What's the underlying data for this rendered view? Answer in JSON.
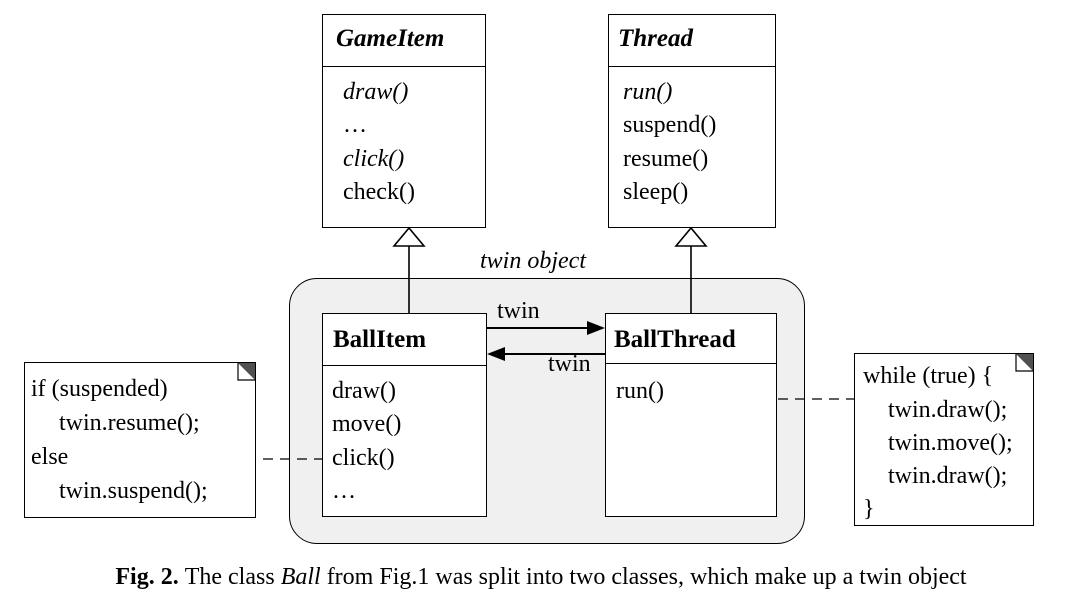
{
  "group_label": "twin object",
  "classes": {
    "gameitem": {
      "name": "GameItem",
      "methods": [
        "draw()",
        "…",
        "click()",
        "check()"
      ]
    },
    "thread": {
      "name": "Thread",
      "methods": [
        "run()",
        "suspend()",
        "resume()",
        "sleep()"
      ]
    },
    "ballitem": {
      "name": "BallItem",
      "methods": [
        "draw()",
        "move()",
        "click()",
        "…"
      ]
    },
    "ballthread": {
      "name": "BallThread",
      "methods": [
        "run()"
      ]
    }
  },
  "associations": {
    "forward": "twin",
    "backward": "twin"
  },
  "notes": {
    "left": [
      "if (suspended)",
      "  twin.resume();",
      "else",
      "  twin.suspend();"
    ],
    "right": [
      "while (true) {",
      "  twin.draw();",
      "  twin.move();",
      "  twin.draw();",
      "}"
    ]
  },
  "caption": {
    "label": "Fig. 2.",
    "text1": " The class ",
    "emph": "Ball",
    "text2": " from Fig.1 was split into two classes, which make up a twin object"
  }
}
